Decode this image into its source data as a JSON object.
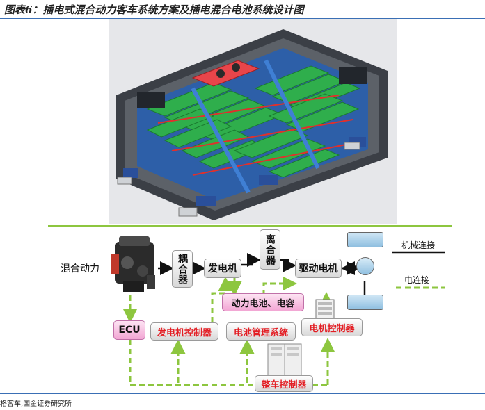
{
  "title": "图表6：插电式混合动力客车系统方案及插电混合电池系统设计图",
  "diagram": {
    "hybrid_label": "混合动力",
    "coupler": "耦合器",
    "generator": "发电机",
    "clutch": "离合器",
    "drive_motor": "驱动电机",
    "battery": "动力电池、电容",
    "ecu": "ECU",
    "gen_controller": "发电机控制器",
    "bms": "电池管理系统",
    "motor_controller": "电机控制器",
    "vehicle_controller": "整车控制器",
    "legend_mech": "机械连接",
    "legend_elec": "电连接",
    "colors": {
      "green": "#8dc63f",
      "red": "#e31e24",
      "pink": "#f2a6d4"
    }
  },
  "source": "格客车,国金证券研究所"
}
